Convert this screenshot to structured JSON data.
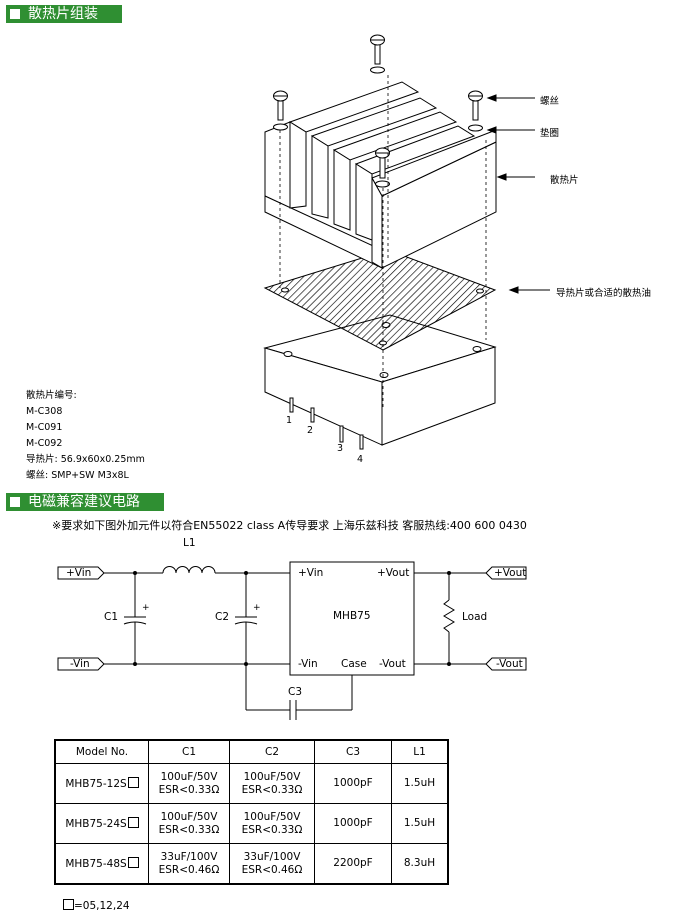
{
  "section1": {
    "title": "散热片组装"
  },
  "assembly": {
    "labels": {
      "screw": "螺丝",
      "washer": "垫圈",
      "heatsink": "散热片",
      "pad": "导热片或合适的散热油"
    },
    "pins": [
      "1",
      "2",
      "3",
      "4"
    ]
  },
  "specs": {
    "heading": "散热片编号:",
    "models": [
      "M-C308",
      "M-C091",
      "M-C092"
    ],
    "pad": "导热片: 56.9x60x0.25mm",
    "screw": "螺丝: SMP+SW M3x8L"
  },
  "section2": {
    "title": "电磁兼容建议电路"
  },
  "note": "※要求如下图外加元件以符合EN55022 class A传导要求 上海乐兹科技 客服热线:400 600 0430",
  "circuit": {
    "vin_pos": "+Vin",
    "vin_neg": "-Vin",
    "vout_pos": "+Vout",
    "vout_neg": "-Vout",
    "inductor": "L1",
    "cap1": "C1",
    "cap2": "C2",
    "cap3": "C3",
    "module": "MHB75",
    "pin_vin_pos": "+Vin",
    "pin_vin_neg": "-Vin",
    "pin_vout_pos": "+Vout",
    "pin_vout_neg": "-Vout",
    "pin_case": "Case",
    "load": "Load",
    "plus": "+"
  },
  "table": {
    "headers": [
      "Model No.",
      "C1",
      "C2",
      "C3",
      "L1"
    ],
    "rows": [
      {
        "model": "MHB75-12S",
        "c1a": "100uF/50V",
        "c1b": "ESR<0.33Ω",
        "c2a": "100uF/50V",
        "c2b": "ESR<0.33Ω",
        "c3": "1000pF",
        "l1": "1.5uH"
      },
      {
        "model": "MHB75-24S",
        "c1a": "100uF/50V",
        "c1b": "ESR<0.33Ω",
        "c2a": "100uF/50V",
        "c2b": "ESR<0.33Ω",
        "c3": "1000pF",
        "l1": "1.5uH"
      },
      {
        "model": "MHB75-48S",
        "c1a": "33uF/100V",
        "c1b": "ESR<0.46Ω",
        "c2a": "33uF/100V",
        "c2b": "ESR<0.46Ω",
        "c3": "2200pF",
        "l1": "8.3uH"
      }
    ]
  },
  "footnote": "=05,12,24"
}
